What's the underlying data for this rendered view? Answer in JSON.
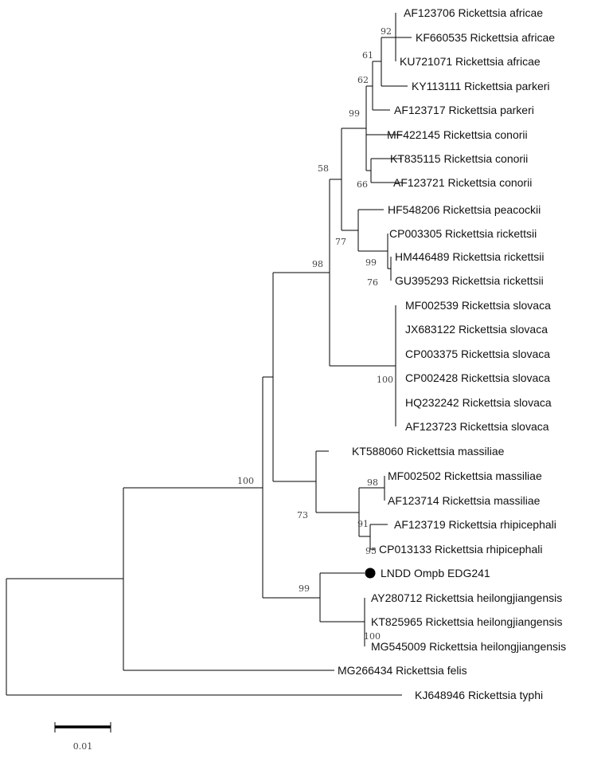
{
  "leaves": [
    {
      "id": "L1",
      "label": "AF123706  Rickettsia africae"
    },
    {
      "id": "L2",
      "label": "KF660535 Rickettsia africae"
    },
    {
      "id": "L3",
      "label": "KU721071 Rickettsia africae"
    },
    {
      "id": "L4",
      "label": "KY113111 Rickettsia parkeri"
    },
    {
      "id": "L5",
      "label": "AF123717  Rickettsia parkeri"
    },
    {
      "id": "L6",
      "label": "MF422145 Rickettsia conorii"
    },
    {
      "id": "L7",
      "label": "KT835115 Rickettsia conorii"
    },
    {
      "id": "L8",
      "label": "AF123721 Rickettsia conorii"
    },
    {
      "id": "L9",
      "label": "HF548206  Rickettsia peacockii"
    },
    {
      "id": "L10",
      "label": "CP003305 Rickettsia rickettsii"
    },
    {
      "id": "L11",
      "label": "HM446489 Rickettsia rickettsii"
    },
    {
      "id": "L12",
      "label": "GU395293 Rickettsia rickettsii"
    },
    {
      "id": "L13",
      "label": "MF002539  Rickettsia slovaca"
    },
    {
      "id": "L14",
      "label": "JX683122 Rickettsia slovaca"
    },
    {
      "id": "L15",
      "label": "CP003375 Rickettsia slovaca"
    },
    {
      "id": "L16",
      "label": "CP002428  Rickettsia slovaca"
    },
    {
      "id": "L17",
      "label": "HQ232242 Rickettsia slovaca"
    },
    {
      "id": "L18",
      "label": "AF123723  Rickettsia slovaca"
    },
    {
      "id": "L19",
      "label": "KT588060 Rickettsia massiliae"
    },
    {
      "id": "L20",
      "label": "MF002502 Rickettsia massiliae"
    },
    {
      "id": "L21",
      "label": "AF123714 Rickettsia massiliae"
    },
    {
      "id": "L22",
      "label": "AF123719 Rickettsia rhipicephali"
    },
    {
      "id": "L23",
      "label": "CP013133 Rickettsia rhipicephali"
    },
    {
      "id": "L24",
      "label": "LNDD Ompb EDG241",
      "marker": "filled-circle"
    },
    {
      "id": "L25",
      "label": "AY280712 Rickettsia heilongjiangensis"
    },
    {
      "id": "L26",
      "label": "KT825965 Rickettsia heilongjiangensis"
    },
    {
      "id": "L27",
      "label": "MG545009 Rickettsia heilongjiangensis"
    },
    {
      "id": "L28",
      "label": "MG266434 Rickettsia felis"
    },
    {
      "id": "L29",
      "label": "KJ648946 Rickettsia typhi"
    }
  ],
  "support_values": [
    {
      "node": "africae-3",
      "value": "92"
    },
    {
      "node": "africae-parkeri",
      "value": "61"
    },
    {
      "node": "parkeri-group",
      "value": "62"
    },
    {
      "node": "conorii-pair",
      "value": "66"
    },
    {
      "node": "conorii-group",
      "value": "99"
    },
    {
      "node": "peacockii-rickettsii",
      "value": "77"
    },
    {
      "node": "spotted-core",
      "value": "58"
    },
    {
      "node": "rickettsii-pair",
      "value": "99"
    },
    {
      "node": "rickettsii-group",
      "value": "76"
    },
    {
      "node": "slovaca-group",
      "value": "100"
    },
    {
      "node": "slovaca-core",
      "value": "98"
    },
    {
      "node": "massiliae-pair",
      "value": "98"
    },
    {
      "node": "massiliae-rhipicephali",
      "value": "91"
    },
    {
      "node": "rhipicephali-pair",
      "value": "95"
    },
    {
      "node": "massiliae-group",
      "value": "73"
    },
    {
      "node": "spotted-fever-group",
      "value": "100"
    },
    {
      "node": "heilongjiangensis-pair",
      "value": "100"
    },
    {
      "node": "heilongjiangensis-group",
      "value": "99"
    }
  ],
  "scale_bar": {
    "label": "0.01"
  }
}
